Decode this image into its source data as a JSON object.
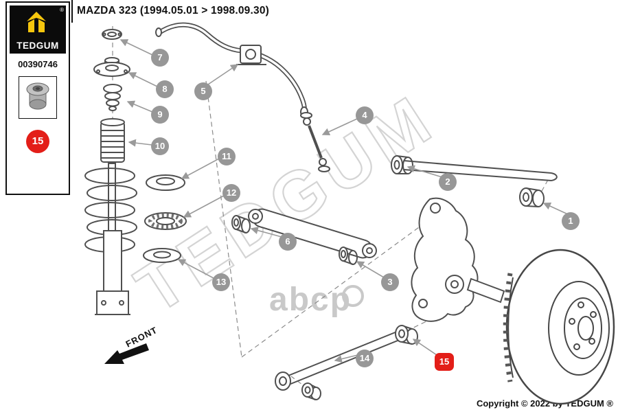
{
  "header": {
    "title": "MAZDA 323  (1994.05.01 > 1998.09.30)"
  },
  "sidebar": {
    "brand_name": "TEDGUM",
    "registered_mark": "®",
    "part_number": "00390746",
    "highlight_badge": "15"
  },
  "diagram": {
    "front_label": "FRONT",
    "watermark_tedgum": "TEDGUM",
    "watermark_abcp": "abcp",
    "callouts": [
      {
        "label": "1"
      },
      {
        "label": "2"
      },
      {
        "label": "3"
      },
      {
        "label": "4"
      },
      {
        "label": "5"
      },
      {
        "label": "6"
      },
      {
        "label": "7"
      },
      {
        "label": "8"
      },
      {
        "label": "9"
      },
      {
        "label": "10"
      },
      {
        "label": "11"
      },
      {
        "label": "12"
      },
      {
        "label": "13"
      },
      {
        "label": "14"
      },
      {
        "label": "15",
        "highlighted": true
      }
    ]
  },
  "footer": {
    "copyright": "Copyright © 2022 by TEDGUM ®"
  },
  "colors": {
    "accent_red": "#e31e18",
    "brand_yellow": "#f6c60d",
    "callout_gray": "#979797"
  }
}
